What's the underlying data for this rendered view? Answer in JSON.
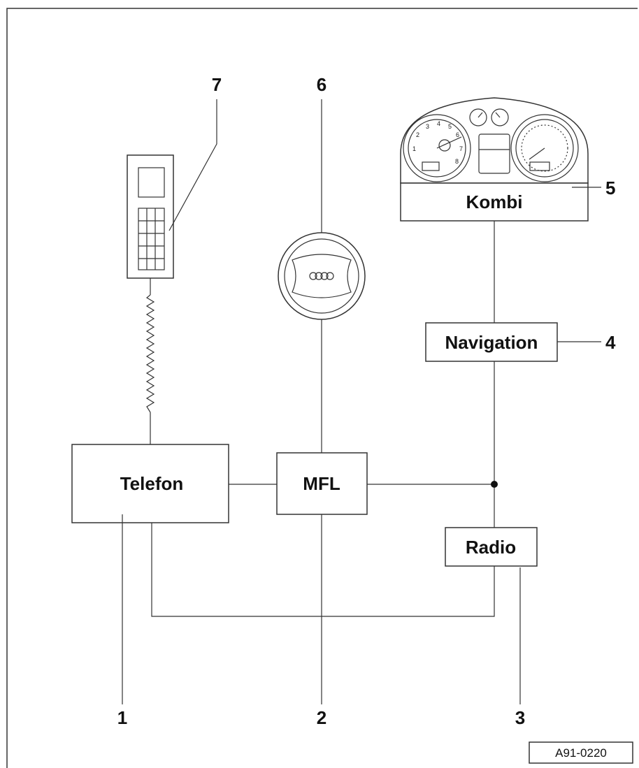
{
  "diagram": {
    "reference_code": "A91-0220",
    "components": {
      "telefon": {
        "number": "1",
        "label": "Telefon"
      },
      "mfl": {
        "number": "2",
        "label": "MFL"
      },
      "radio": {
        "number": "3",
        "label": "Radio"
      },
      "navigation": {
        "number": "4",
        "label": "Navigation"
      },
      "kombi": {
        "number": "5",
        "label": "Kombi"
      },
      "steering_wheel": {
        "number": "6"
      },
      "handset": {
        "number": "7"
      }
    }
  },
  "colors": {
    "line": "#333333",
    "background": "#ffffff"
  }
}
